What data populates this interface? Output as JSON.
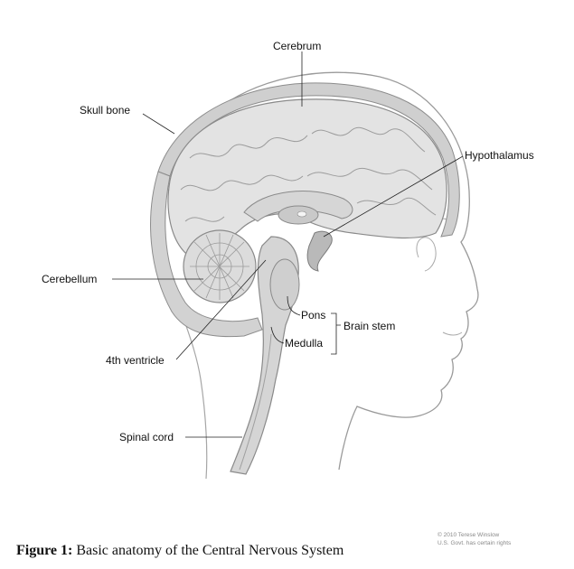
{
  "figure": {
    "caption_label": "Figure 1:",
    "caption_text": " Basic anatomy of the Central Nervous System",
    "labels": {
      "cerebrum": "Cerebrum",
      "skull_bone": "Skull bone",
      "hypothalamus": "Hypothalamus",
      "cerebellum": "Cerebellum",
      "pons": "Pons",
      "brain_stem": "Brain stem",
      "medulla": "Medulla",
      "fourth_ventricle": "4th ventricle",
      "spinal_cord": "Spinal cord"
    },
    "credit_line_1": "© 2010 Terese Winslow",
    "credit_line_2": "U.S. Govt. has certain rights"
  }
}
